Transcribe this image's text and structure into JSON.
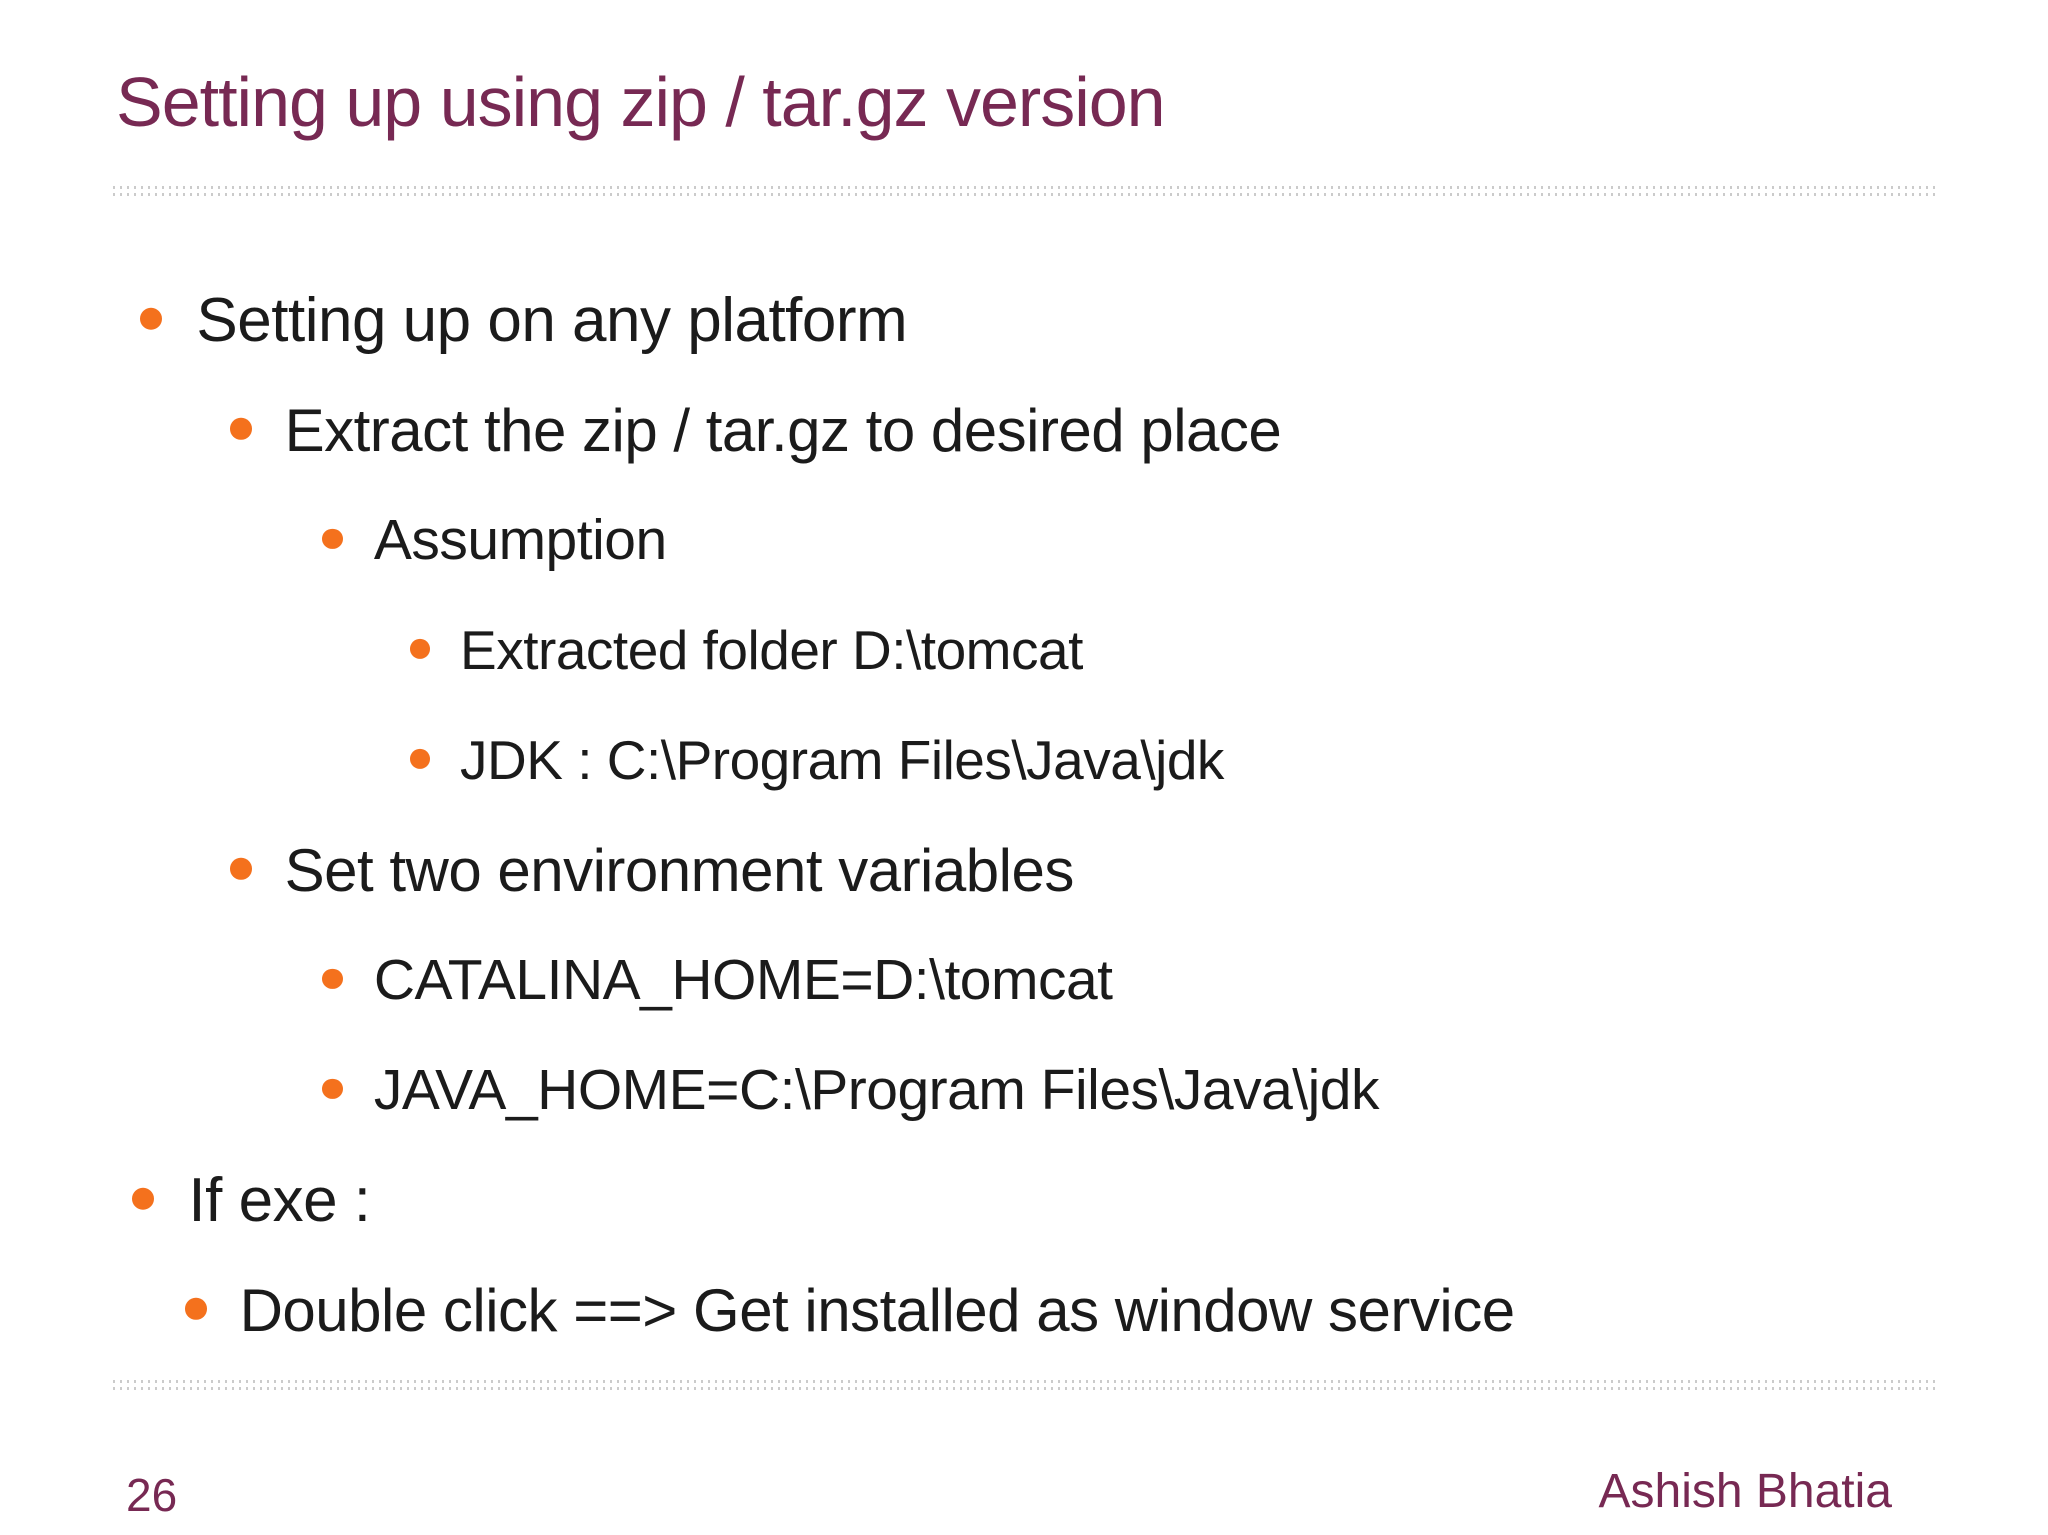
{
  "slide": {
    "title": "Setting up using zip / tar.gz version",
    "page_number": "26",
    "author": "Ashish Bhatia",
    "colors": {
      "title": "#772953",
      "body": "#1b1b1b",
      "bullet": "#f4711d",
      "footer": "#772953",
      "separator": "#cbcbcb"
    },
    "bullets": [
      {
        "level": 1,
        "text": "Setting up on any platform"
      },
      {
        "level": 2,
        "text": "Extract the zip / tar.gz to desired place"
      },
      {
        "level": 3,
        "text": "Assumption"
      },
      {
        "level": 4,
        "text": "Extracted folder D:\\tomcat"
      },
      {
        "level": 4,
        "text": "JDK : C:\\Program Files\\Java\\jdk"
      },
      {
        "level": 2,
        "text": "Set two environment variables"
      },
      {
        "level": 3,
        "text": "CATALINA_HOME=D:\\tomcat"
      },
      {
        "level": 3,
        "text": "JAVA_HOME=C:\\Program Files\\Java\\jdk"
      },
      {
        "level": 1,
        "text": "If exe :"
      },
      {
        "level": 2,
        "text": "Double click ==> Get installed as window service"
      }
    ]
  }
}
